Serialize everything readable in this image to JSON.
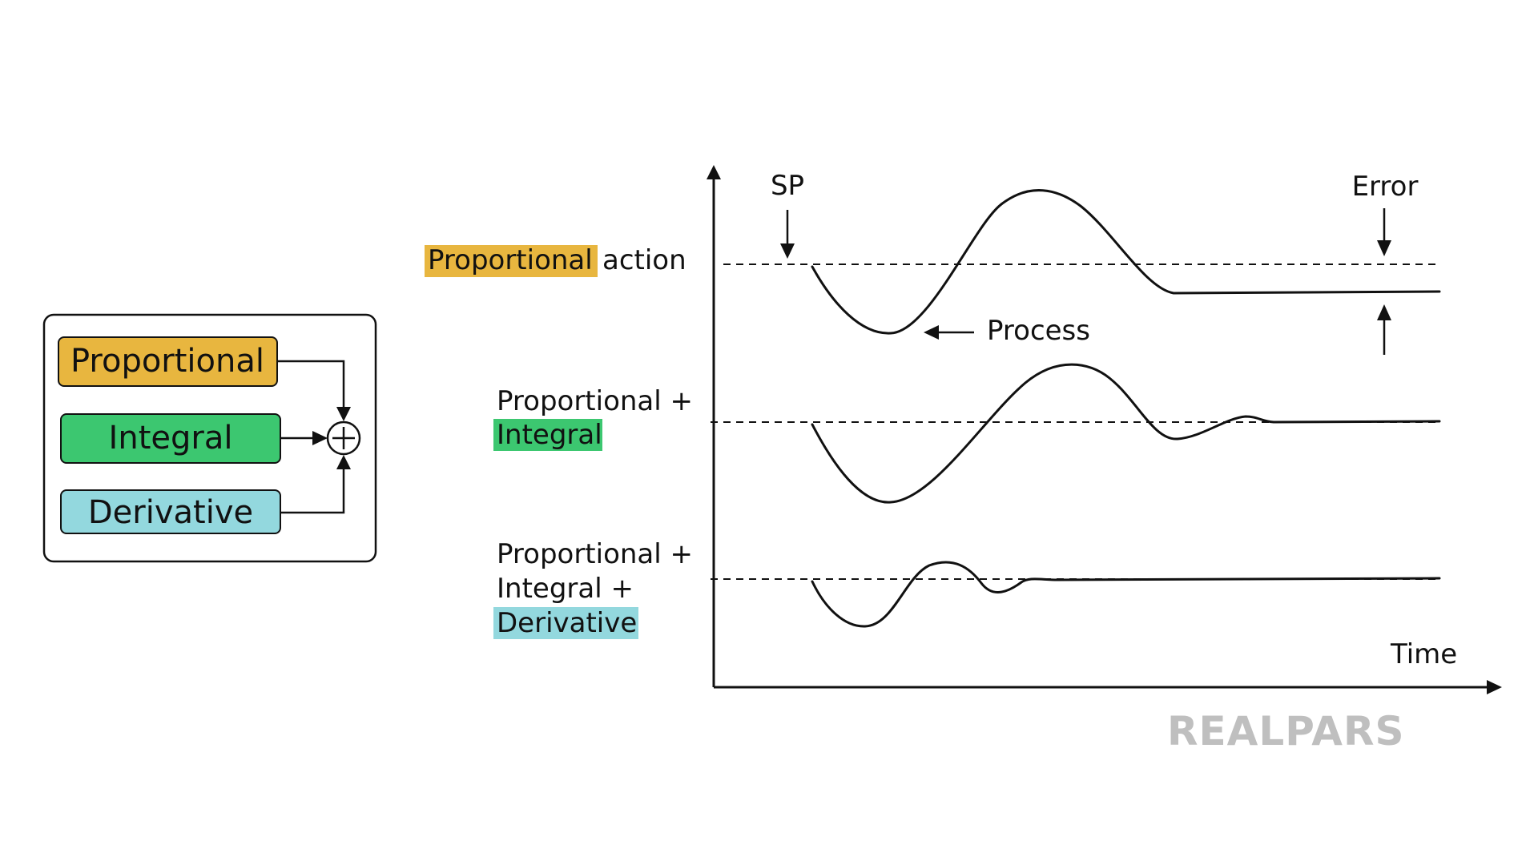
{
  "colors": {
    "proportional": "#e8b63f",
    "integral": "#3cc770",
    "derivative": "#93d8de",
    "ink": "#111111",
    "logo": "#bfbfbf"
  },
  "block_diagram": {
    "proportional_label": "Proportional",
    "integral_label": "Integral",
    "derivative_label": "Derivative",
    "summing_symbol": "+"
  },
  "plot": {
    "row1": {
      "highlight": "Proportional",
      "rest": "action"
    },
    "row2": {
      "line1": "Proportional +",
      "highlight": "Integral"
    },
    "row3": {
      "line1": "Proportional +",
      "line2": "Integral +",
      "highlight": "Derivative"
    },
    "sp_label": "SP",
    "error_label": "Error",
    "process_label": "Process",
    "x_axis_label": "Time"
  },
  "logo": {
    "text": "REALPARS"
  }
}
